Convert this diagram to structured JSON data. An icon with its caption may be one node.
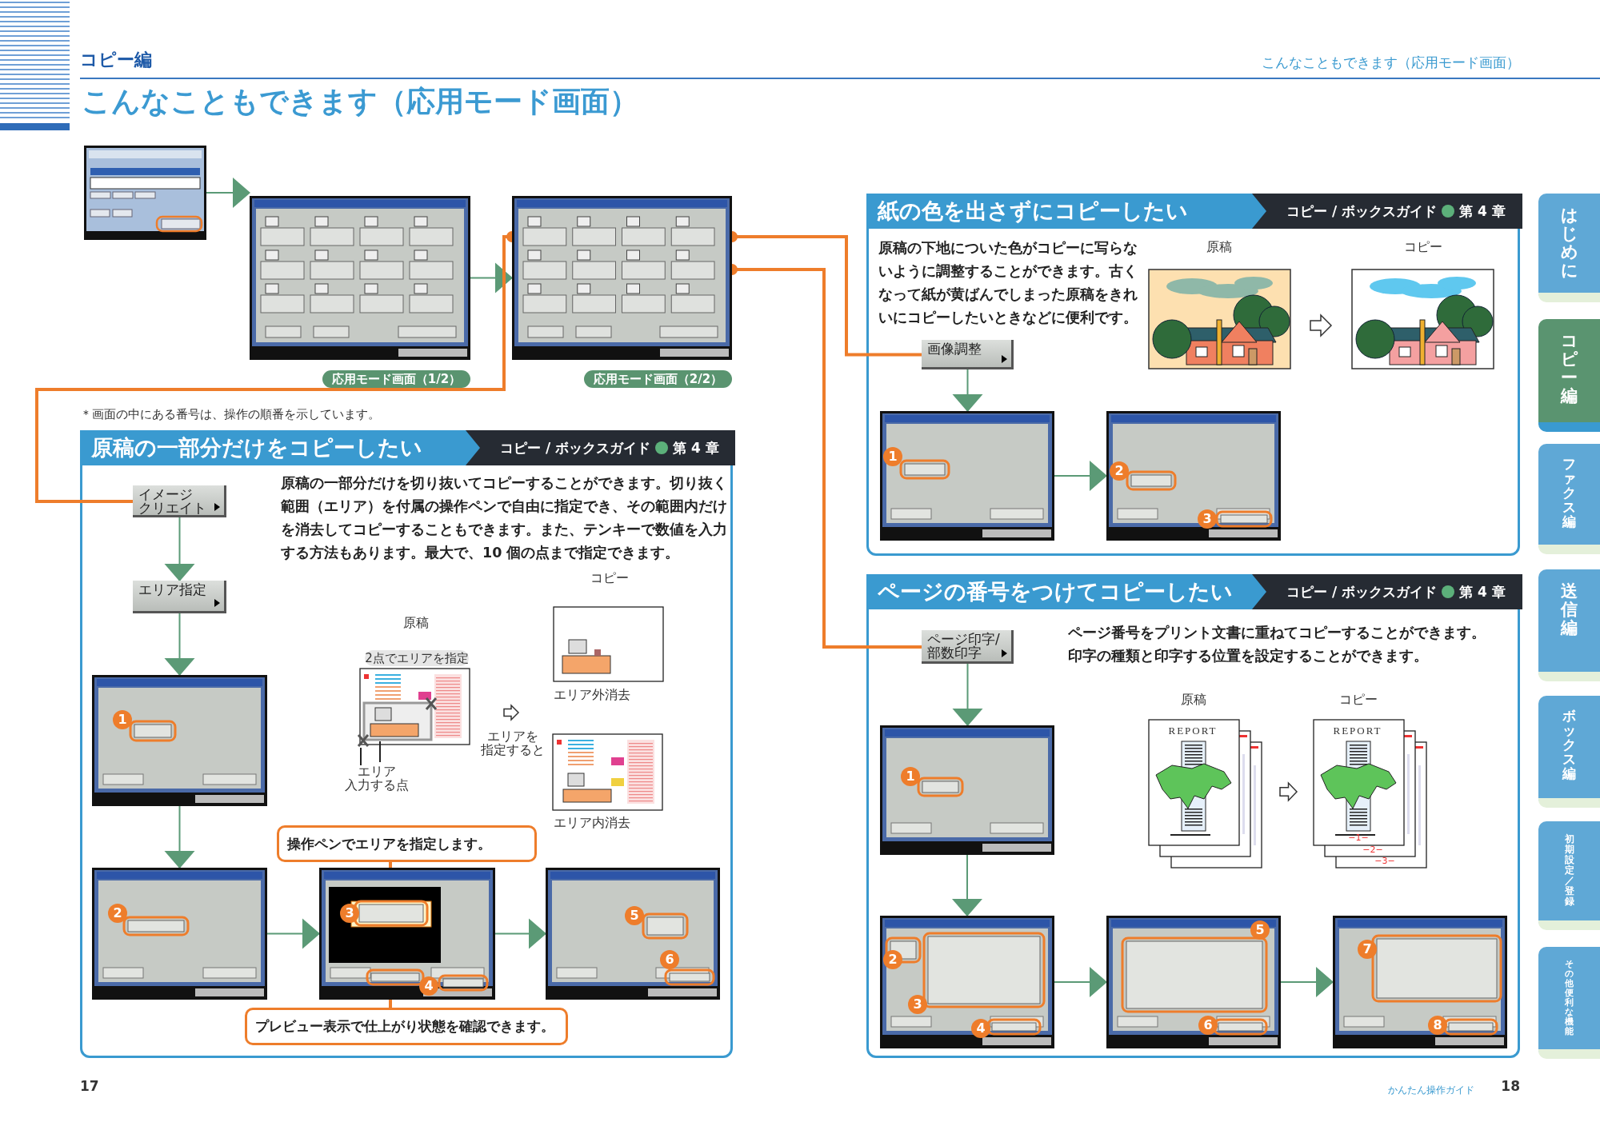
{
  "diagram": {
    "title": "こんなこともできます（応用モード画面）",
    "nodes": [
      {
        "text": [],
        "shape": "picture"
      },
      {
        "text": [],
        "shape": "picture",
        "beside": [
          "応用モード画面（1/2）"
        ]
      },
      {
        "text": [],
        "shape": "picture",
        "beside": [
          "応用モード画面（2/2）"
        ]
      },
      {
        "text": [
          "原稿の一部分だけをコピーしたい",
          "コピー / ボックスガイド",
          "第 4 章",
          "原稿の一部分だけを切り抜いてコピーすることができます。切り抜く範囲（エリア）を付属の操作ペンで自由に指定でき、その範囲内だけを消去してコピーすることもできます。また、テンキーで数値を入力する方法もあります。最大で、10 個の点まで指定できます。"
        ]
      },
      {
        "text": [
          "イメージクリエイト"
        ],
        "in": 3
      },
      {
        "text": [
          "エリア指定"
        ],
        "in": 3
      },
      {
        "text": [],
        "shape": "picture",
        "in": 3
      },
      {
        "text": [],
        "shape": "picture",
        "in": 3
      },
      {
        "text": [],
        "shape": "picture",
        "in": 3
      },
      {
        "text": [],
        "shape": "picture",
        "in": 3
      },
      {
        "text": [
          "操作ペンでエリアを指定します。"
        ],
        "in": 3
      },
      {
        "text": [
          "プレビュー表示で仕上がり状態を確認できます。"
        ],
        "in": 3
      },
      {
        "text": [
          "紙の色を出さずにコピーしたい",
          "コピー / ボックスガイド",
          "第 4 章",
          "原稿の下地についた色がコピーに写らないように調整することができます。古くなって紙が黄ばんでしまった原稿をきれいにコピーしたいときなどに便利です。"
        ]
      },
      {
        "text": [
          "画像調整"
        ],
        "in": 12
      },
      {
        "text": [],
        "shape": "picture",
        "in": 12
      },
      {
        "text": [],
        "shape": "picture",
        "in": 12
      },
      {
        "text": [
          "ページの番号をつけてコピーしたい",
          "コピー / ボックスガイド",
          "第 4 章",
          "ページ番号をプリント文書に重ねてコピーすることができます。印字の種類と印字する位置を設定することができます。"
        ]
      },
      {
        "text": [
          "ページ印字/部数印字"
        ],
        "in": 16
      },
      {
        "text": [],
        "shape": "picture",
        "in": 16
      },
      {
        "text": [],
        "shape": "picture",
        "in": 16
      },
      {
        "text": [],
        "shape": "picture",
        "in": 16
      },
      {
        "text": [],
        "shape": "picture",
        "in": 16
      },
      {
        "text": [
          "はじめに"
        ]
      },
      {
        "text": [
          "コピー編"
        ]
      },
      {
        "text": [
          "ファクス編"
        ]
      },
      {
        "text": [
          "送信編"
        ]
      },
      {
        "text": [
          "ボックス編"
        ]
      },
      {
        "text": [
          "初期設定／登録"
        ]
      },
      {
        "text": [
          "その他便利な機能"
        ]
      }
    ],
    "edges": [
      {
        "from": 0,
        "to": 1,
        "arrow": "to"
      },
      {
        "from": 1,
        "to": 2,
        "arrow": "to"
      },
      {
        "from": 2,
        "to": 4,
        "arrow": "other",
        "color": "#ee7d2b"
      },
      {
        "from": 2,
        "to": 13,
        "arrow": "other",
        "color": "#ee7d2b"
      },
      {
        "from": 2,
        "to": 17,
        "arrow": "other",
        "color": "#ee7d2b"
      },
      {
        "from": 4,
        "to": 5,
        "arrow": "to"
      },
      {
        "from": 5,
        "to": 6,
        "arrow": "to"
      },
      {
        "from": 6,
        "to": 7,
        "arrow": "to"
      },
      {
        "from": 7,
        "to": 8,
        "arrow": "to"
      },
      {
        "from": 8,
        "to": 9,
        "arrow": "to"
      },
      {
        "from": 10,
        "to": 8,
        "arrow": "none",
        "color": "#ee7d2b"
      },
      {
        "from": 11,
        "to": 8,
        "arrow": "none",
        "color": "#ee7d2b"
      },
      {
        "from": 13,
        "to": 14,
        "arrow": "to"
      },
      {
        "from": 14,
        "to": 15,
        "arrow": "to"
      },
      {
        "from": 17,
        "to": 18,
        "arrow": "to"
      },
      {
        "from": 18,
        "to": 19,
        "arrow": "to"
      },
      {
        "from": 19,
        "to": 20,
        "arrow": "to"
      },
      {
        "from": 20,
        "to": 21,
        "arrow": "to"
      }
    ],
    "labels": [
      "コピー編",
      "こんなこともできます（応用モード画面）",
      "＊画面の中にある番号は、操作の順番を示しています。",
      "コピー",
      "原稿",
      "2点でエリアを指定",
      "エリア外消去",
      "エリアを指定すると",
      "エリア入力する点",
      "エリア内消去",
      "原稿",
      "コピー",
      "原稿",
      "コピー",
      "REPORT",
      "REPORT",
      "−1−",
      "−2−",
      "−3−",
      "1",
      "2",
      "3",
      "4",
      "5",
      "6",
      "1",
      "2",
      "3",
      "1",
      "2",
      "3",
      "4",
      "5",
      "6",
      "7",
      "8",
      "17",
      "かんたん操作ガイド",
      "18"
    ]
  }
}
